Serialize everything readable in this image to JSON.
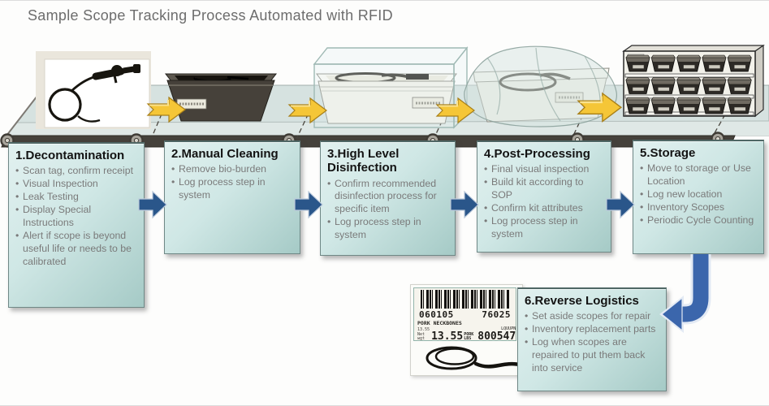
{
  "title": "Sample Scope Tracking Process Automated with RFID",
  "steps": [
    {
      "title": "1.Decontamination",
      "bullets": [
        "Scan tag, confirm receipt",
        "Visual Inspection",
        "Leak Testing",
        "Display Special Instructions",
        "Alert if scope is beyond useful life or needs to be calibrated"
      ]
    },
    {
      "title": "2.Manual Cleaning",
      "bullets": [
        "Remove bio-burden",
        "Log process step in system"
      ]
    },
    {
      "title": "3.High Level Disinfection",
      "bullets": [
        "Confirm recommended disinfection process for specific item",
        "Log process step in system"
      ]
    },
    {
      "title": "4.Post-Processing",
      "bullets": [
        "Final visual inspection",
        "Build kit according to SOP",
        "Confirm kit attributes",
        "Log process step in system"
      ]
    },
    {
      "title": "5.Storage",
      "bullets": [
        "Move to storage or Use Location",
        "Log new location",
        "Inventory Scopes",
        "Periodic Cycle Counting"
      ]
    },
    {
      "title": "6.Reverse Logistics",
      "bullets": [
        "Set aside scopes for repair",
        "Inventory replacement parts",
        "Log when scopes are repaired to put them back into service"
      ]
    }
  ],
  "barcode_label": {
    "code_left": "060105",
    "code_right": "76025",
    "product": "PORK NECKBONES",
    "tiny_weight": "13.55",
    "tiny_caption": "Net wgt",
    "weight": "13.55",
    "weight_unit_top": "PORK",
    "weight_unit_bottom": "LBS",
    "serial_caption": "LQUUPN",
    "serial": "800547"
  },
  "stations": [
    "endoscope-photo",
    "soiled-tray",
    "tray-in-disinfection-chamber",
    "wrapped-tray",
    "storage-rack",
    "barcode-label-photo"
  ],
  "colors": {
    "box_gradient_top": "#e2f1f0",
    "box_gradient_bottom": "#a5cac6",
    "flow_arrow_blue": "#2a568a",
    "elbow_arrow_blue": "#3b66ac",
    "conveyor_arrow_yellow": "#f5c637",
    "belt_surface": "#d6e2e0",
    "belt_band": "#45413b",
    "title_gray": "#6d6d6d",
    "bullet_gray": "#7a7a7a"
  }
}
